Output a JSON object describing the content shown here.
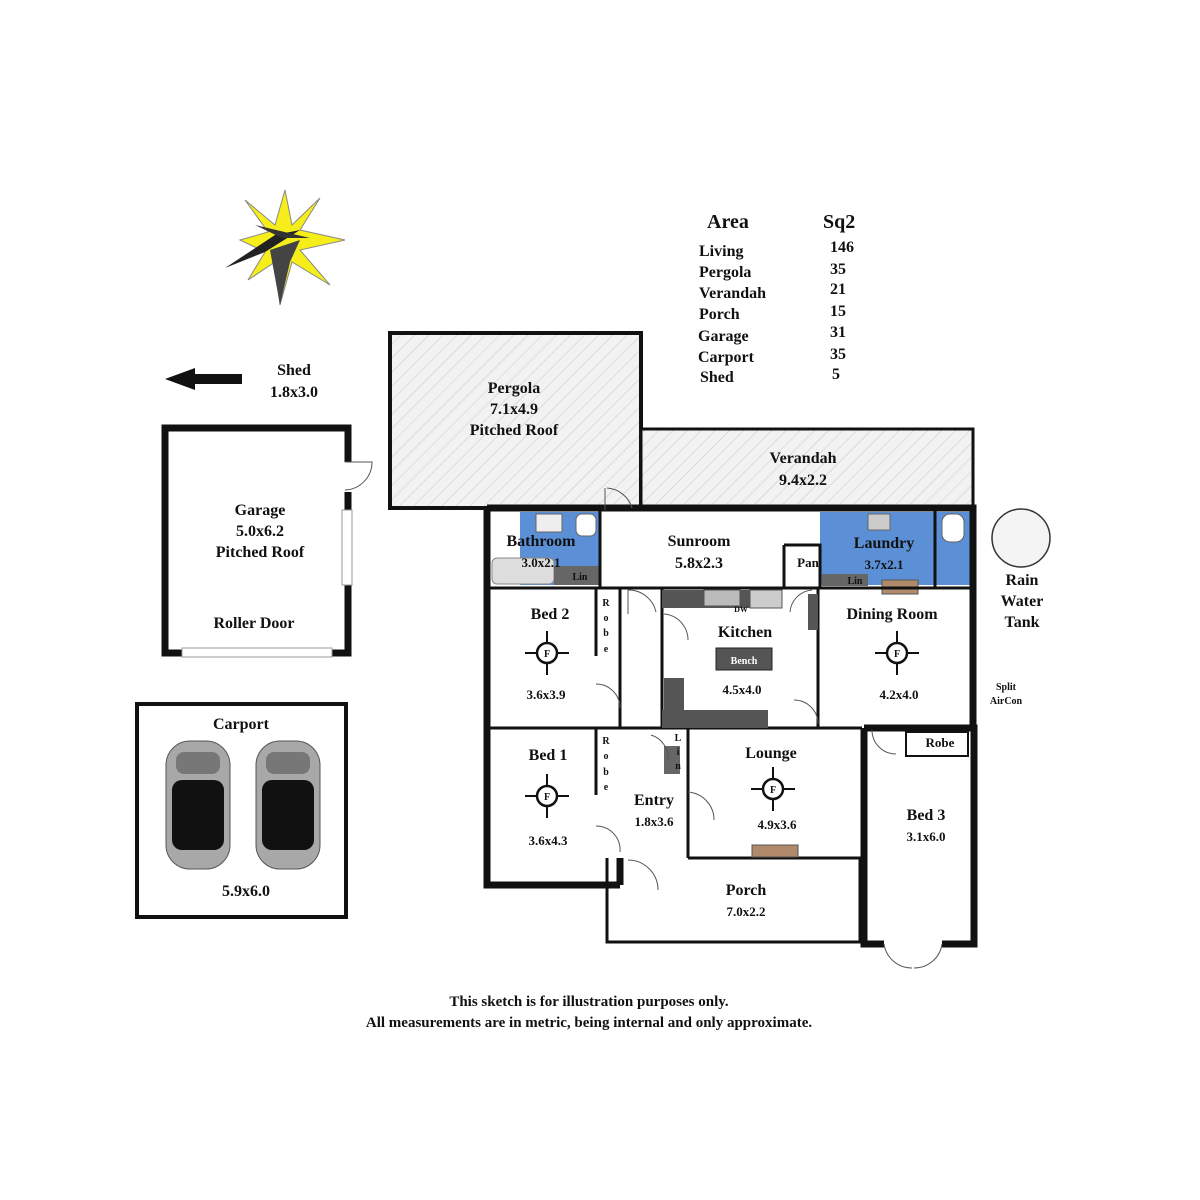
{
  "area_table": {
    "header_area": "Area",
    "header_size": "Sq2",
    "rows": [
      {
        "name": "Living",
        "value": "146"
      },
      {
        "name": "Pergola",
        "value": "35"
      },
      {
        "name": "Verandah",
        "value": "21"
      },
      {
        "name": "Porch",
        "value": "15"
      },
      {
        "name": "Garage",
        "value": "31"
      },
      {
        "name": "Carport",
        "value": "35"
      },
      {
        "name": "Shed",
        "value": "5"
      }
    ]
  },
  "shed": {
    "name": "Shed",
    "size": "1.8x3.0"
  },
  "garage": {
    "name": "Garage",
    "size": "5.0x6.2",
    "roof": "Pitched Roof",
    "door": "Roller Door"
  },
  "carport": {
    "name": "Carport",
    "size": "5.9x6.0"
  },
  "pergola": {
    "name": "Pergola",
    "size": "7.1x4.9",
    "roof": "Pitched Roof"
  },
  "verandah": {
    "name": "Verandah",
    "size": "9.4x2.2"
  },
  "rooms": {
    "bathroom": {
      "name": "Bathroom",
      "size": "3.0x2.1",
      "lin": "Lin"
    },
    "sunroom": {
      "name": "Sunroom",
      "size": "5.8x2.3"
    },
    "pantry": {
      "name": "Pan"
    },
    "laundry": {
      "name": "Laundry",
      "size": "3.7x2.1",
      "lin": "Lin"
    },
    "bed2": {
      "name": "Bed 2",
      "size": "3.6x3.9",
      "robe": [
        "R",
        "o",
        "b",
        "e"
      ]
    },
    "kitchen": {
      "name": "Kitchen",
      "size": "4.5x4.0",
      "bench": "Bench",
      "dw": "DW"
    },
    "dining": {
      "name": "Dining Room",
      "size": "4.2x4.0"
    },
    "bed1": {
      "name": "Bed 1",
      "size": "3.6x4.3",
      "robe": [
        "R",
        "o",
        "b",
        "e"
      ]
    },
    "entry": {
      "name": "Entry",
      "size": "1.8x3.6",
      "lin": [
        "L",
        "i",
        "n"
      ]
    },
    "lounge": {
      "name": "Lounge",
      "size": "4.9x3.6"
    },
    "bed3": {
      "name": "Bed 3",
      "size": "3.1x6.0",
      "robe": "Robe"
    },
    "porch": {
      "name": "Porch",
      "size": "7.0x2.2"
    }
  },
  "fan_label": "F",
  "rain_tank": {
    "line1": "Rain",
    "line2": "Water",
    "line3": "Tank"
  },
  "aircon": {
    "line1": "Split",
    "line2": "AirCon"
  },
  "disclaimer": {
    "line1": "This sketch is for illustration purposes only.",
    "line2": "All measurements are in metric, being internal and only approximate."
  },
  "colors": {
    "wet_area": "#5b8fd6",
    "wall": "#111111",
    "hatch": "#bbbbbb",
    "compass": "#f5ee1a"
  }
}
